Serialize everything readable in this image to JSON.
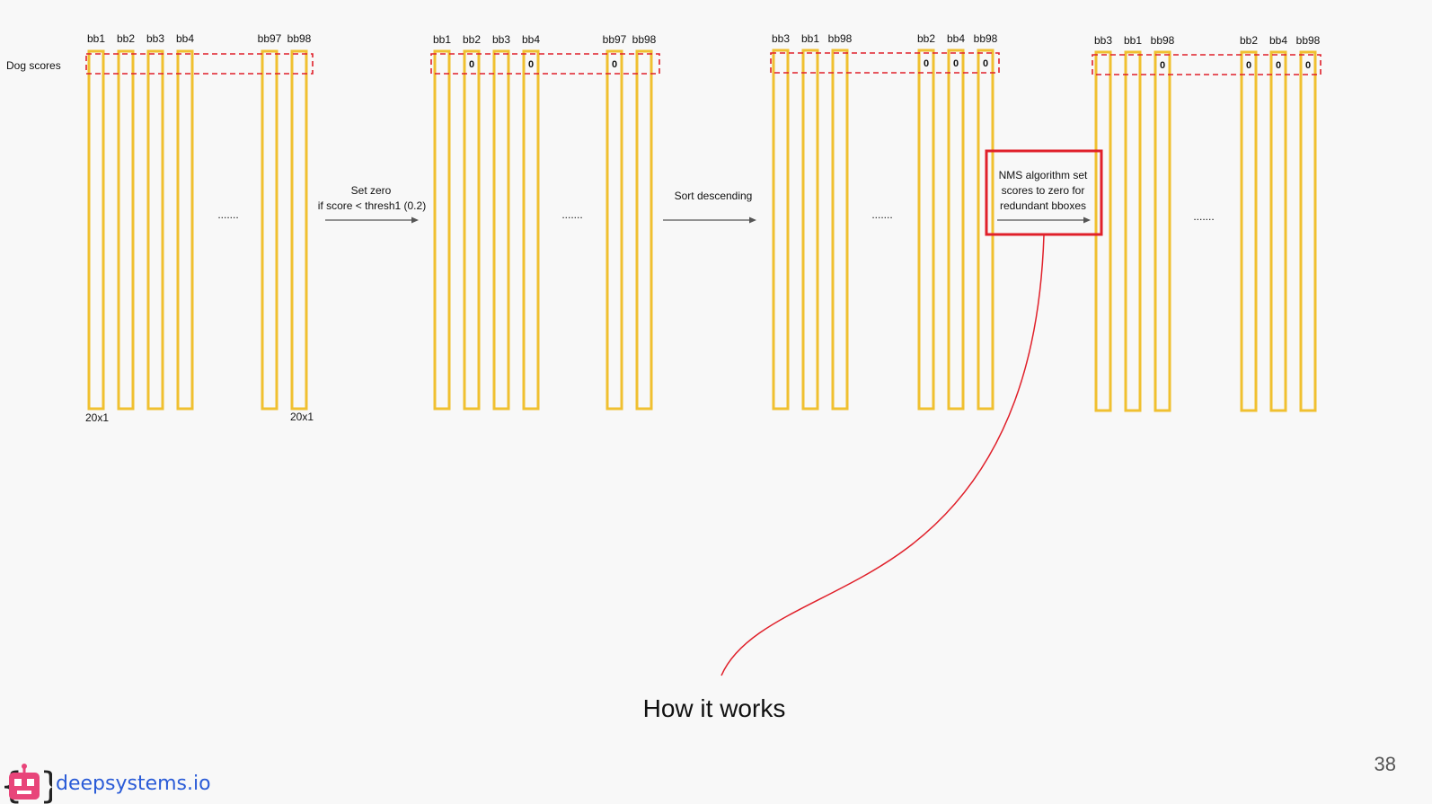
{
  "row_label": "Dog scores",
  "dims_label": "20x1",
  "ellipsis": ".......",
  "stages": [
    {
      "labels": [
        "bb1",
        "bb2",
        "bb3",
        "bb4",
        "bb97",
        "bb98"
      ],
      "zeros": []
    },
    {
      "labels": [
        "bb1",
        "bb2",
        "bb3",
        "bb4",
        "bb97",
        "bb98"
      ],
      "zeros": [
        1,
        3,
        4
      ]
    },
    {
      "labels": [
        "bb3",
        "bb1",
        "bb98",
        "bb2",
        "bb4",
        "bb98"
      ],
      "zeros": [
        3,
        4,
        5
      ]
    },
    {
      "labels": [
        "bb3",
        "bb1",
        "bb98",
        "bb2",
        "bb4",
        "bb98"
      ],
      "zeros": [
        2,
        3,
        4,
        5
      ]
    }
  ],
  "zero_text": "0",
  "step1": {
    "line1": "Set zero",
    "line2": "if score < thresh1 (0.2)"
  },
  "step2": {
    "line1": "Sort descending"
  },
  "step3": {
    "line1": "NMS algorithm set",
    "line2": "scores to zero for",
    "line3": "redundant bboxes"
  },
  "title": "How it works",
  "page_number": "38",
  "logo_text": "deepsystems.io",
  "colors": {
    "column": "#f0c030",
    "highlight": "#e0202a",
    "arrow": "#555555",
    "brand": "#2a5bd7",
    "logo_pink": "#e8457a"
  }
}
